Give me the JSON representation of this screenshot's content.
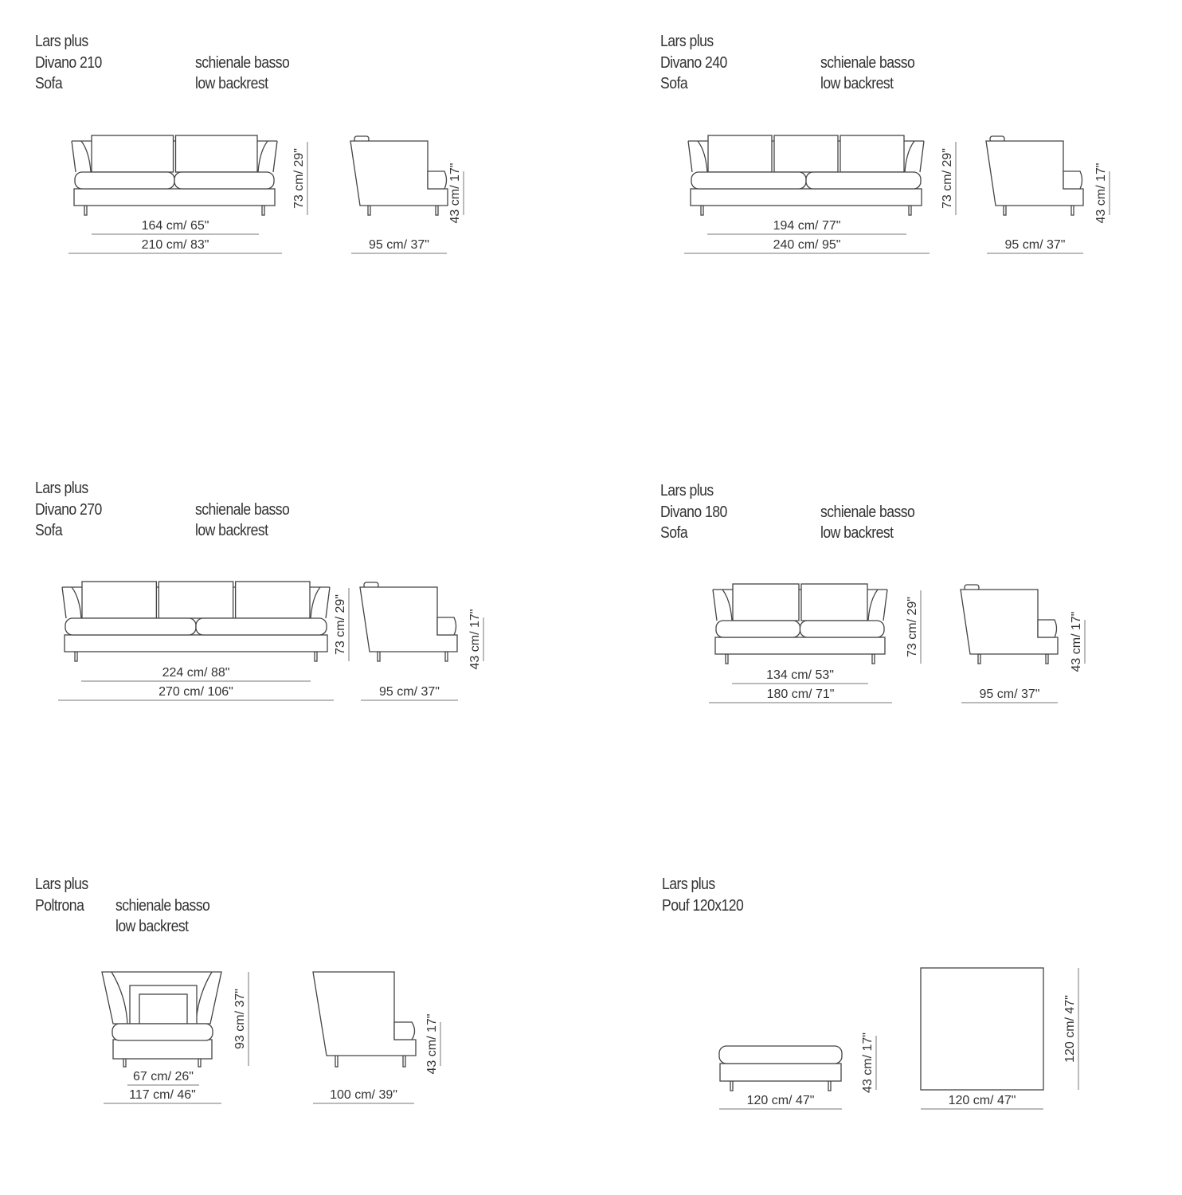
{
  "products": [
    {
      "name": "Lars plus",
      "model": "Divano 210",
      "type": "Sofa",
      "backrest_it": "schienale basso",
      "backrest_en": "low backrest",
      "dims": {
        "inner_width": "164 cm/ 65\"",
        "width": "210 cm/ 83\"",
        "height": "73 cm/ 29\"",
        "depth": "95 cm/ 37\"",
        "seat_height": "43 cm/ 17\""
      }
    },
    {
      "name": "Lars plus",
      "model": "Divano 240",
      "type": "Sofa",
      "backrest_it": "schienale basso",
      "backrest_en": "low backrest",
      "dims": {
        "inner_width": "194 cm/ 77\"",
        "width": "240 cm/ 95\"",
        "height": "73 cm/ 29\"",
        "depth": "95 cm/ 37\"",
        "seat_height": "43 cm/ 17\""
      }
    },
    {
      "name": "Lars plus",
      "model": "Divano 270",
      "type": "Sofa",
      "backrest_it": "schienale basso",
      "backrest_en": "low backrest",
      "dims": {
        "inner_width": "224 cm/ 88\"",
        "width": "270 cm/ 106\"",
        "height": "73 cm/ 29\"",
        "depth": "95 cm/ 37\"",
        "seat_height": "43 cm/ 17\""
      }
    },
    {
      "name": "Lars plus",
      "model": "Divano 180",
      "type": "Sofa",
      "backrest_it": "schienale basso",
      "backrest_en": "low backrest",
      "dims": {
        "inner_width": "134 cm/ 53\"",
        "width": "180 cm/ 71\"",
        "height": "73 cm/ 29\"",
        "depth": "95 cm/ 37\"",
        "seat_height": "43 cm/ 17\""
      }
    }
  ],
  "armchair": {
    "name": "Lars plus",
    "model": "Poltrona",
    "backrest_it": "schienale basso",
    "backrest_en": "low backrest",
    "dims": {
      "inner_width": "67 cm/ 26\"",
      "width": "117 cm/ 46\"",
      "height": "93 cm/ 37\"",
      "depth": "100 cm/ 39\"",
      "seat_height": "43 cm/ 17\""
    }
  },
  "pouf": {
    "name": "Lars plus",
    "model": "Pouf 120x120",
    "dims": {
      "width": "120 cm/ 47\"",
      "height": "43 cm/ 17\"",
      "top_width": "120 cm/ 47\"",
      "top_depth": "120 cm/ 47\""
    }
  }
}
